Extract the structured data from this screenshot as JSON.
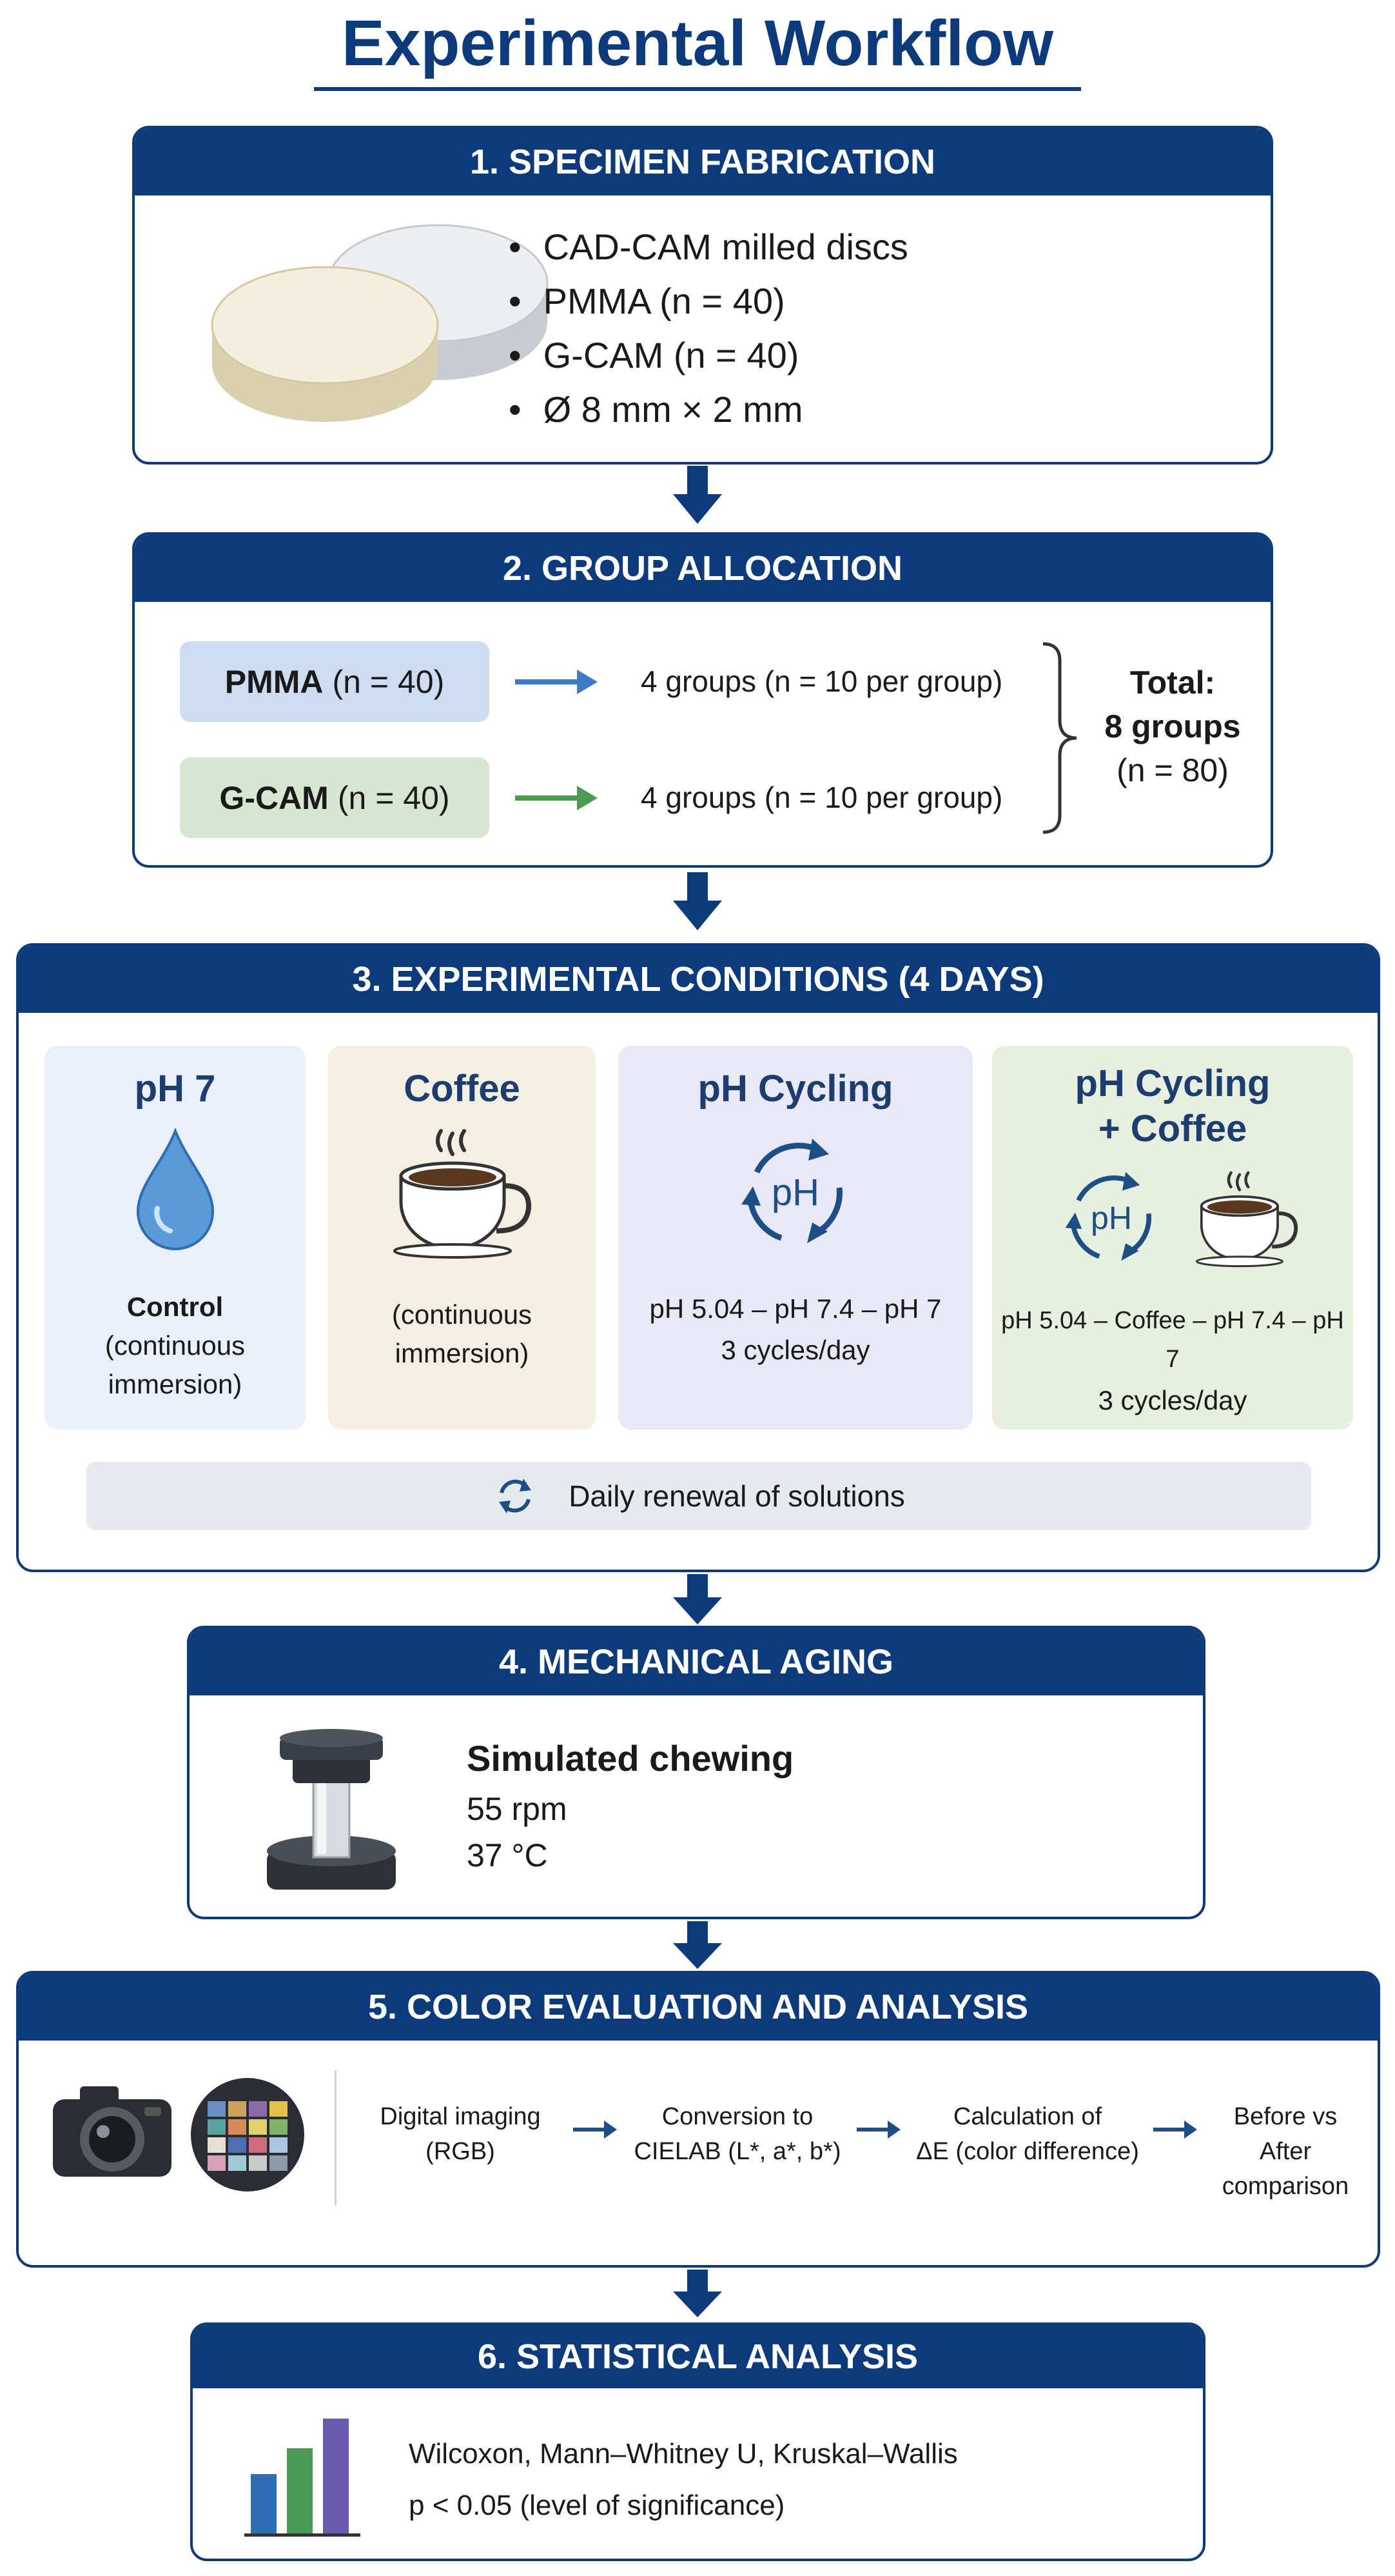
{
  "title": "Experimental Workflow",
  "step1": {
    "header": "1. SPECIMEN FABRICATION",
    "bullets": [
      "CAD-CAM milled discs",
      "PMMA (n = 40)",
      "G-CAM (n = 40)",
      "Ø 8 mm × 2 mm"
    ]
  },
  "step2": {
    "header": "2. GROUP ALLOCATION",
    "pmma_name": "PMMA",
    "pmma_n": "(n = 40)",
    "gcam_name": "G-CAM",
    "gcam_n": "(n = 40)",
    "pmma_groups": "4 groups (n = 10 per group)",
    "gcam_groups": "4 groups (n = 10 per group)",
    "total_label": "Total:",
    "total_groups": "8 groups",
    "total_n": "(n = 80)"
  },
  "step3": {
    "header": "3. EXPERIMENTAL CONDITIONS (4 DAYS)",
    "conditions": [
      {
        "title": "pH 7",
        "line1": "Control",
        "line2": "(continuous",
        "line3": "immersion)"
      },
      {
        "title": "Coffee",
        "line1": "(continuous",
        "line2": "immersion)"
      },
      {
        "title": "pH Cycling",
        "icon_text": "pH",
        "line1": "pH 5.04 – pH 7.4 – pH 7",
        "line2": "3 cycles/day"
      },
      {
        "title_line1": "pH Cycling",
        "title_line2": "+ Coffee",
        "icon_text": "pH",
        "line1": "pH 5.04 – Coffee – pH 7.4 – pH 7",
        "line2": "3 cycles/day"
      }
    ],
    "renewal": "Daily renewal of solutions"
  },
  "step4": {
    "header": "4. MECHANICAL AGING",
    "title": "Simulated chewing",
    "line1": "55 rpm",
    "line2": "37 °C"
  },
  "step5": {
    "header": "5. COLOR EVALUATION AND ANALYSIS",
    "steps": [
      {
        "line1": "Digital imaging",
        "line2": "(RGB)"
      },
      {
        "line1": "Conversion to",
        "line2": "CIELAB (L*, a*, b*)"
      },
      {
        "line1": "Calculation of",
        "line2": "ΔE (color difference)"
      },
      {
        "line1": "Before vs",
        "line2": "After comparison"
      }
    ]
  },
  "step6": {
    "header": "6. STATISTICAL ANALYSIS",
    "line1": "Wilcoxon, Mann–Whitney U, Kruskal–Wallis",
    "line2": "p < 0.05 (level of significance)"
  },
  "colors": {
    "primary": "#0d3a7a",
    "pmma_pill": "#cddcf0",
    "gcam_pill": "#d6e6d0",
    "blue_arrow": "#3a7ac8",
    "green_arrow": "#4a9a52",
    "ph7_card": "#e9f0fa",
    "coffee_card": "#f3f0e3",
    "cycling_card": "#e9e8f6",
    "cycling_coffee_card": "#e7efdf",
    "bar_blue": "#2f6db5",
    "bar_green": "#4c9a55",
    "bar_purple": "#6a5bb0"
  }
}
